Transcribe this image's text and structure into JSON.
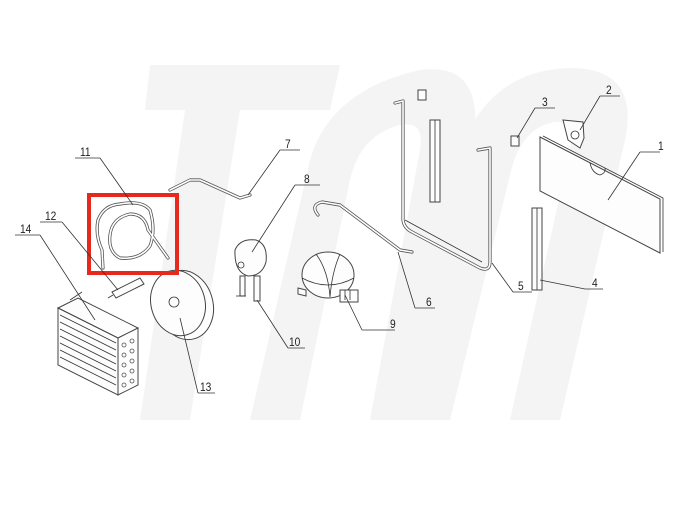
{
  "diagram": {
    "type": "exploded-parts-diagram",
    "subject": "refrigeration unit components",
    "watermark_color": "#f3f3f3",
    "highlight": {
      "part_number": "11",
      "color": "#e8281c"
    },
    "parts": [
      {
        "number": "1",
        "label": "1"
      },
      {
        "number": "2",
        "label": "2"
      },
      {
        "number": "3",
        "label": "3"
      },
      {
        "number": "4",
        "label": "4"
      },
      {
        "number": "5",
        "label": "5"
      },
      {
        "number": "6",
        "label": "6"
      },
      {
        "number": "7",
        "label": "7"
      },
      {
        "number": "8",
        "label": "8"
      },
      {
        "number": "9",
        "label": "9"
      },
      {
        "number": "10",
        "label": "10"
      },
      {
        "number": "11",
        "label": "11"
      },
      {
        "number": "12",
        "label": "12"
      },
      {
        "number": "13",
        "label": "13"
      },
      {
        "number": "14",
        "label": "14"
      }
    ]
  }
}
